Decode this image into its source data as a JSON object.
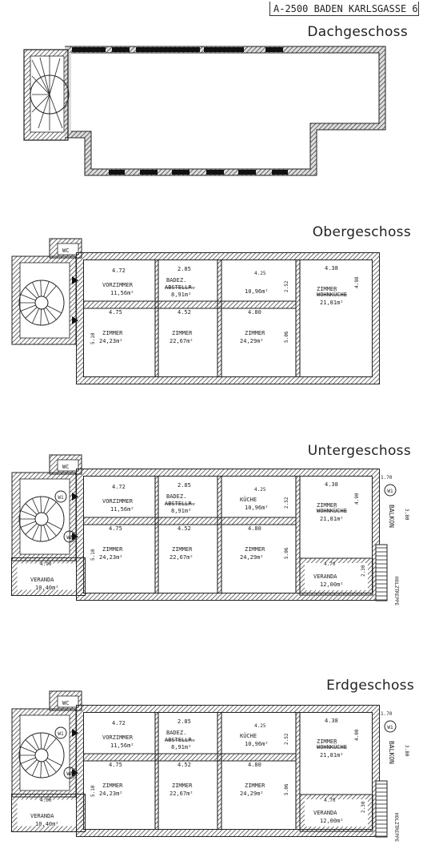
{
  "header": {
    "address": "A-2500 BADEN KARLSGASSE 6"
  },
  "floors": {
    "dach": {
      "title": "Dachgeschoss"
    },
    "ober": {
      "title": "Obergeschoss",
      "rooms": {
        "vorzimmer": {
          "name": "VORZIMMER",
          "area": "11,56m²"
        },
        "badez": {
          "name": "BADEZ.",
          "sub": "ABSTELLR.",
          "area": "8,91m²"
        },
        "kueche": {
          "name": "",
          "area": "10,96m²"
        },
        "wohn": {
          "name": "ZIMMER",
          "sub": "WOHNKÜCHE",
          "area": "21,81m²"
        },
        "z1": {
          "name": "ZIMMER",
          "area": "24,23m²"
        },
        "z2": {
          "name": "ZIMMER",
          "area": "22,67m²"
        },
        "z3": {
          "name": "ZIMMER",
          "area": "24,29m²"
        },
        "wc": {
          "name": "WC"
        }
      },
      "dims": {
        "d1": "4.72",
        "d2": "2.85",
        "d3": "4.25",
        "d4": "4.38",
        "d5": "4.75",
        "d6": "4.52",
        "d7": "4.80",
        "d8": "5.06",
        "d9": "2.52",
        "d10": "5.10",
        "d11": "4.98"
      }
    },
    "unter": {
      "title": "Untergeschoss",
      "rooms": {
        "vorzimmer": {
          "name": "VORZIMMER",
          "area": "11,56m²"
        },
        "badez": {
          "name": "BADEZ.",
          "sub": "ABSTELLR.",
          "area": "8,91m²"
        },
        "kueche": {
          "name": "KÜCHE",
          "area": "10,96m²"
        },
        "wohn": {
          "name": "ZIMMER",
          "sub": "WOHNKÜCHE",
          "area": "21,81m²"
        },
        "z1": {
          "name": "ZIMMER",
          "area": "24,23m²"
        },
        "z2": {
          "name": "ZIMMER",
          "area": "22,67m²"
        },
        "z3": {
          "name": "ZIMMER",
          "area": "24,29m²"
        },
        "veranda1": {
          "name": "VERANDA",
          "area": "10,40m²"
        },
        "veranda2": {
          "name": "VERANDA",
          "area": "12,00m²"
        },
        "balkon": {
          "name": "BALKON"
        },
        "w1": {
          "name": "W1"
        },
        "w2": {
          "name": "W2"
        },
        "wc": {
          "name": "WC"
        },
        "stiege": {
          "name": "HOLZTREPPE"
        }
      },
      "dims": {
        "d1": "4.72",
        "d2": "2.85",
        "d3": "4.25",
        "d4": "4.38",
        "d5": "4.75",
        "d6": "4.52",
        "d7": "4.80",
        "d8": "5.06",
        "d9": "2.52",
        "d10": "5.10",
        "d11": "4.90",
        "d12": "4.70",
        "d13": "3.80",
        "d14": "2.30",
        "d15": "1.70"
      }
    },
    "erd": {
      "title": "Erdgeschoss",
      "rooms": {
        "vorzimmer": {
          "name": "VORZIMMER",
          "area": "11,56m²"
        },
        "badez": {
          "name": "BADEZ.",
          "sub": "ABSTELLR.",
          "area": "8,91m²"
        },
        "kueche": {
          "name": "KÜCHE",
          "area": "10,96m²"
        },
        "wohn": {
          "name": "ZIMMER",
          "sub": "WOHNKÜCHE",
          "area": "21,81m²"
        },
        "z1": {
          "name": "ZIMMER",
          "area": "24,23m²"
        },
        "z2": {
          "name": "ZIMMER",
          "area": "22,67m²"
        },
        "z3": {
          "name": "ZIMMER",
          "area": "24,29m²"
        },
        "veranda1": {
          "name": "VERANDA",
          "area": "10,40m²"
        },
        "veranda2": {
          "name": "VERANDA",
          "area": "12,00m²"
        },
        "balkon": {
          "name": "BALKON"
        },
        "w1": {
          "name": "W1"
        },
        "w2": {
          "name": "W2"
        },
        "wc": {
          "name": "WC"
        },
        "stiege": {
          "name": "HOLZTREPPE"
        }
      },
      "dims": {
        "d1": "4.72",
        "d2": "2.85",
        "d3": "4.25",
        "d4": "4.38",
        "d5": "4.75",
        "d6": "4.52",
        "d7": "4.80",
        "d8": "5.06",
        "d9": "2.52",
        "d10": "5.10",
        "d11": "4.00",
        "d12": "4.70",
        "d13": "3.80",
        "d14": "2.30",
        "d15": "1.70"
      }
    }
  }
}
